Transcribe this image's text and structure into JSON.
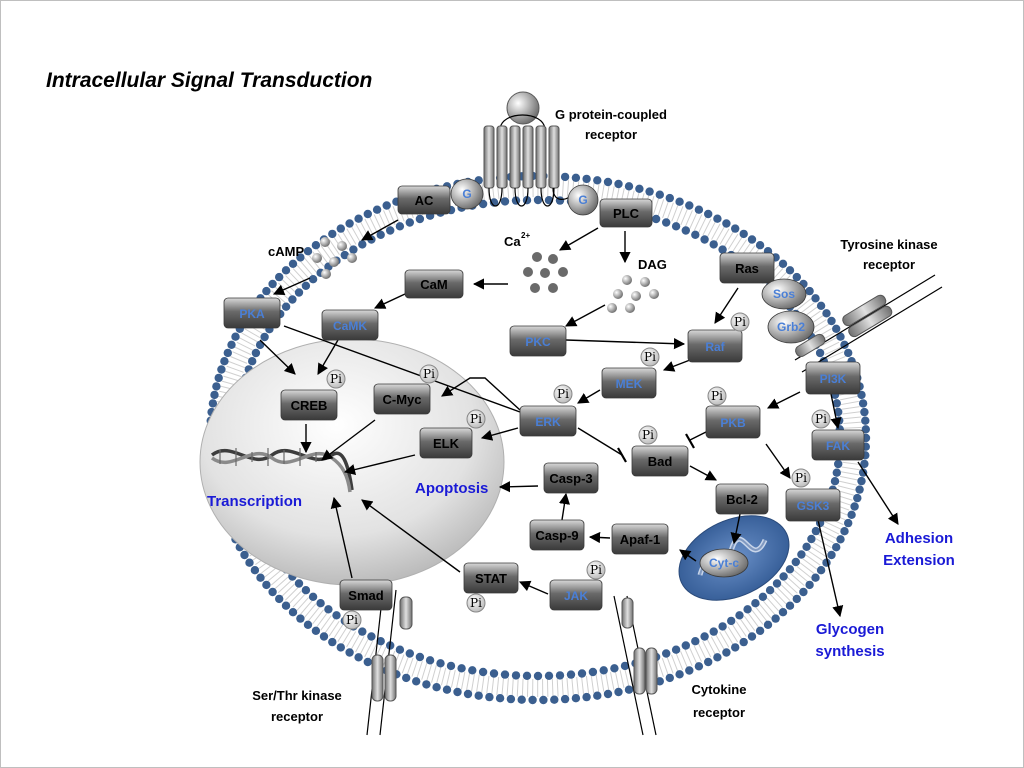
{
  "title": "Intracellular Signal Transduction",
  "receptors": {
    "gpcr": [
      "G protein-coupled",
      "receptor"
    ],
    "tyrosine": [
      "Tyrosine kinase",
      "receptor"
    ],
    "serthr": [
      "Ser/Thr kinase",
      "receptor"
    ],
    "cytokine": [
      "Cytokine",
      "receptor"
    ]
  },
  "labels": {
    "camp": "cAMP",
    "ca": "Ca",
    "ca_sup": "2+",
    "dag": "DAG",
    "pi": "Pi"
  },
  "outcomes": {
    "transcription": "Transcription",
    "apoptosis": "Apoptosis",
    "adhesion": [
      "Adhesion",
      "Extension"
    ],
    "glycogen": [
      "Glycogen",
      "synthesis"
    ]
  },
  "nodes": {
    "ac": "AC",
    "g1": "G",
    "g2": "G",
    "plc": "PLC",
    "cam": "CaM",
    "pka": "PKA",
    "camk": "CaMK",
    "creb": "CREB",
    "cmyc": "C-Myc",
    "elk": "ELK",
    "erk": "ERK",
    "pkc": "PKC",
    "raf": "Raf",
    "mek": "MEK",
    "ras": "Ras",
    "sos": "Sos",
    "grb2": "Grb2",
    "pi3k": "PI3K",
    "pkb": "PKB",
    "fak": "FAK",
    "gsk3": "GSK3",
    "bad": "Bad",
    "bcl2": "Bcl-2",
    "casp3": "Casp-3",
    "casp9": "Casp-9",
    "apaf1": "Apaf-1",
    "cytc": "Cyt-c",
    "stat": "STAT",
    "jak": "JAK",
    "smad": "Smad"
  },
  "colors": {
    "node_dark": "#5e5e5e",
    "node_blue_text": "#4a7fd6",
    "outcome_blue": "#1a1ad6",
    "membrane_bead": "#3b5f8f"
  }
}
